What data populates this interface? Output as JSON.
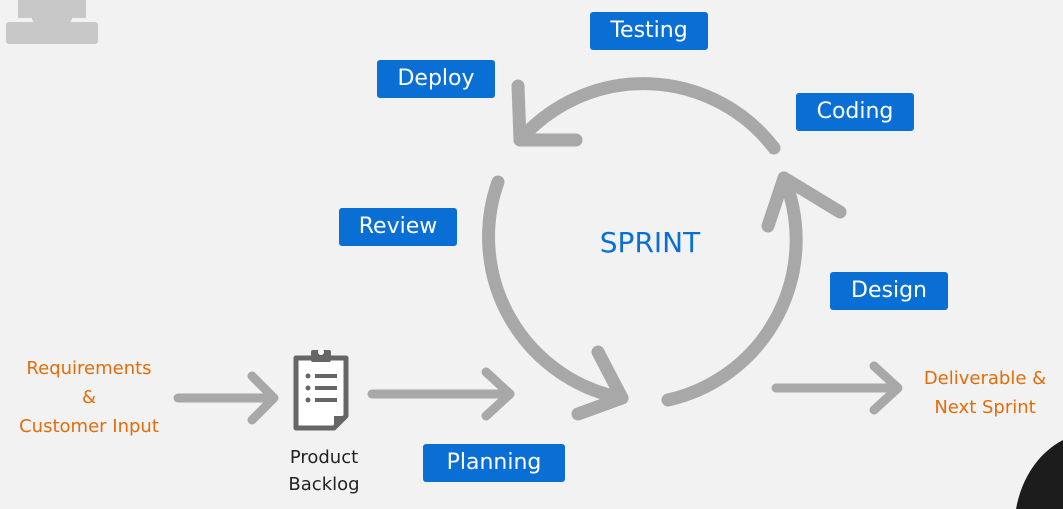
{
  "colors": {
    "accent": "#0a6fd4",
    "orange": "#e36c0a",
    "arrow_gray": "#a8a8a8",
    "icon_gray": "#666666"
  },
  "center_label": "SPRINT",
  "stages": {
    "testing": "Testing",
    "deploy": "Deploy",
    "coding": "Coding",
    "review": "Review",
    "design": "Design",
    "planning": "Planning"
  },
  "input": {
    "line1": "Requirements",
    "line2": "&",
    "line3": "Customer Input"
  },
  "backlog": {
    "icon": "clipboard-checklist-icon",
    "line1": "Product",
    "line2": "Backlog"
  },
  "output": {
    "line1": "Deliverable &",
    "line2": "Next Sprint"
  }
}
